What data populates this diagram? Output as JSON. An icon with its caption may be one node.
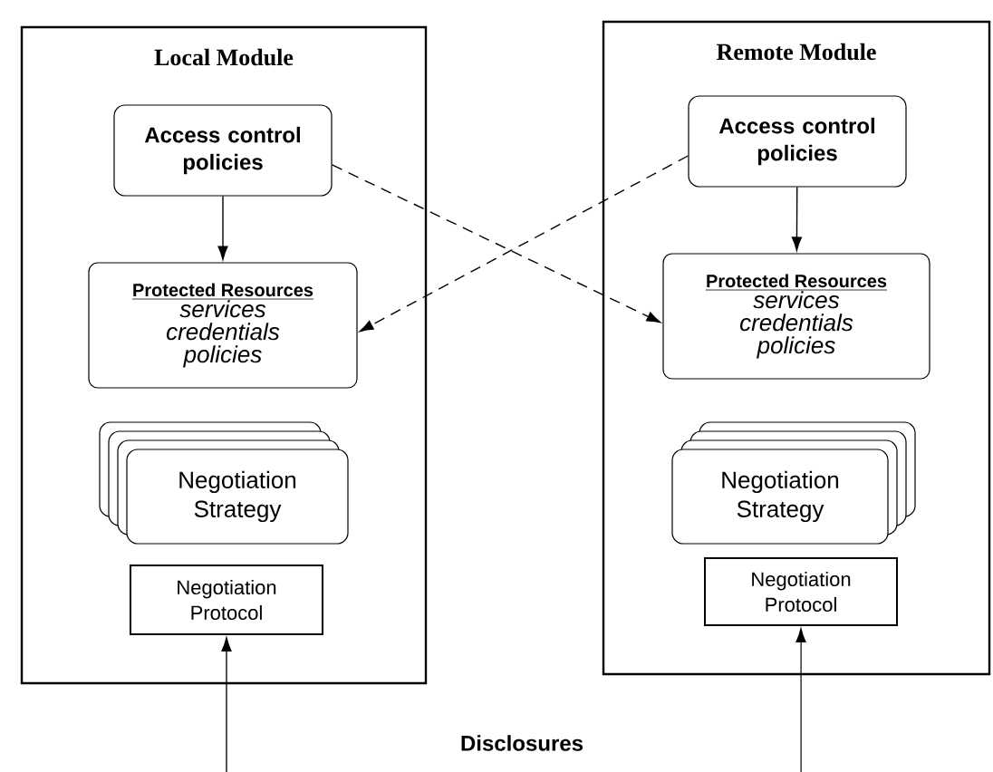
{
  "diagram": {
    "nodes": [
      {
        "text": [
          "Local Module"
        ]
      },
      {
        "text": [
          "Access control policies"
        ],
        "in": 0
      },
      {
        "text": [
          "Protected Resources",
          "services credentials policies"
        ],
        "in": 0
      },
      {
        "text": [
          "Negotiation Strategy"
        ],
        "in": 0
      },
      {
        "text": [
          "Negotiation Protocol"
        ],
        "in": 0
      },
      {
        "text": [
          "Remote Module"
        ]
      },
      {
        "text": [
          "Access control policies"
        ],
        "in": 5
      },
      {
        "text": [
          "Protected Resources",
          "services credentials policies"
        ],
        "in": 5
      },
      {
        "text": [
          "Negotiation Strategy"
        ],
        "in": 5
      },
      {
        "text": [
          "Negotiation Protocol"
        ],
        "in": 5
      }
    ],
    "edges": [
      {
        "from": 1,
        "to": 2,
        "arrow": "to"
      },
      {
        "from": 6,
        "to": 7,
        "arrow": "to"
      },
      {
        "from": 1,
        "to": 7,
        "arrow": "to",
        "style": "dashed"
      },
      {
        "from": 6,
        "to": 2,
        "arrow": "to",
        "style": "dashed"
      },
      {
        "from": null,
        "to": 4,
        "arrow": "to"
      },
      {
        "from": null,
        "to": 9,
        "arrow": "to"
      }
    ],
    "labels": [
      "Disclosures"
    ]
  }
}
